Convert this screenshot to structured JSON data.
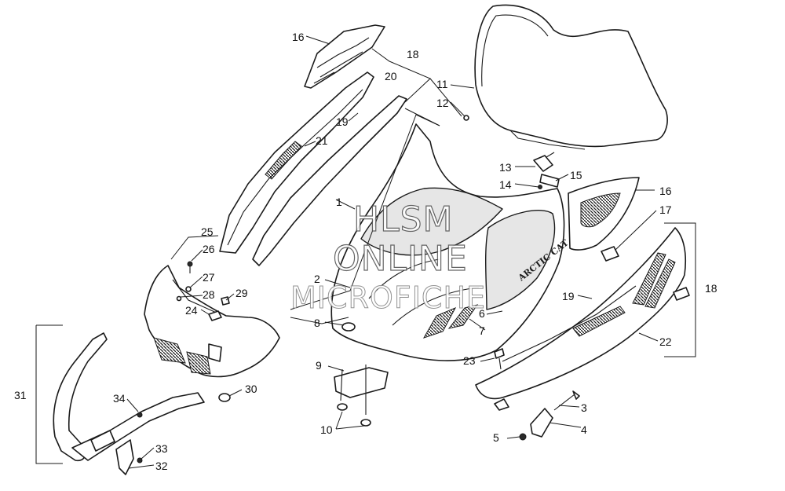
{
  "diagram": {
    "callouts": [
      {
        "id": "c1",
        "label": "1"
      },
      {
        "id": "c2",
        "label": "2"
      },
      {
        "id": "c3",
        "label": "3"
      },
      {
        "id": "c4",
        "label": "4"
      },
      {
        "id": "c5",
        "label": "5"
      },
      {
        "id": "c6",
        "label": "6"
      },
      {
        "id": "c7",
        "label": "7"
      },
      {
        "id": "c8",
        "label": "8"
      },
      {
        "id": "c9",
        "label": "9"
      },
      {
        "id": "c10",
        "label": "10"
      },
      {
        "id": "c11",
        "label": "11"
      },
      {
        "id": "c12",
        "label": "12"
      },
      {
        "id": "c13",
        "label": "13"
      },
      {
        "id": "c14",
        "label": "14"
      },
      {
        "id": "c15",
        "label": "15"
      },
      {
        "id": "c16a",
        "label": "16"
      },
      {
        "id": "c16b",
        "label": "16"
      },
      {
        "id": "c17",
        "label": "17"
      },
      {
        "id": "c18a",
        "label": "18"
      },
      {
        "id": "c18b",
        "label": "18"
      },
      {
        "id": "c19a",
        "label": "19"
      },
      {
        "id": "c19b",
        "label": "19"
      },
      {
        "id": "c20",
        "label": "20"
      },
      {
        "id": "c21",
        "label": "21"
      },
      {
        "id": "c22",
        "label": "22"
      },
      {
        "id": "c23",
        "label": "23"
      },
      {
        "id": "c24",
        "label": "24"
      },
      {
        "id": "c25",
        "label": "25"
      },
      {
        "id": "c26",
        "label": "26"
      },
      {
        "id": "c27",
        "label": "27"
      },
      {
        "id": "c28",
        "label": "28"
      },
      {
        "id": "c29",
        "label": "29"
      },
      {
        "id": "c30",
        "label": "30"
      },
      {
        "id": "c31",
        "label": "31"
      },
      {
        "id": "c32",
        "label": "32"
      },
      {
        "id": "c33",
        "label": "33"
      },
      {
        "id": "c34",
        "label": "34"
      }
    ],
    "hood_badge": "ARCTIC CAT",
    "watermark": [
      "HLSM",
      "ONLINE",
      "MICROFICHE"
    ]
  }
}
